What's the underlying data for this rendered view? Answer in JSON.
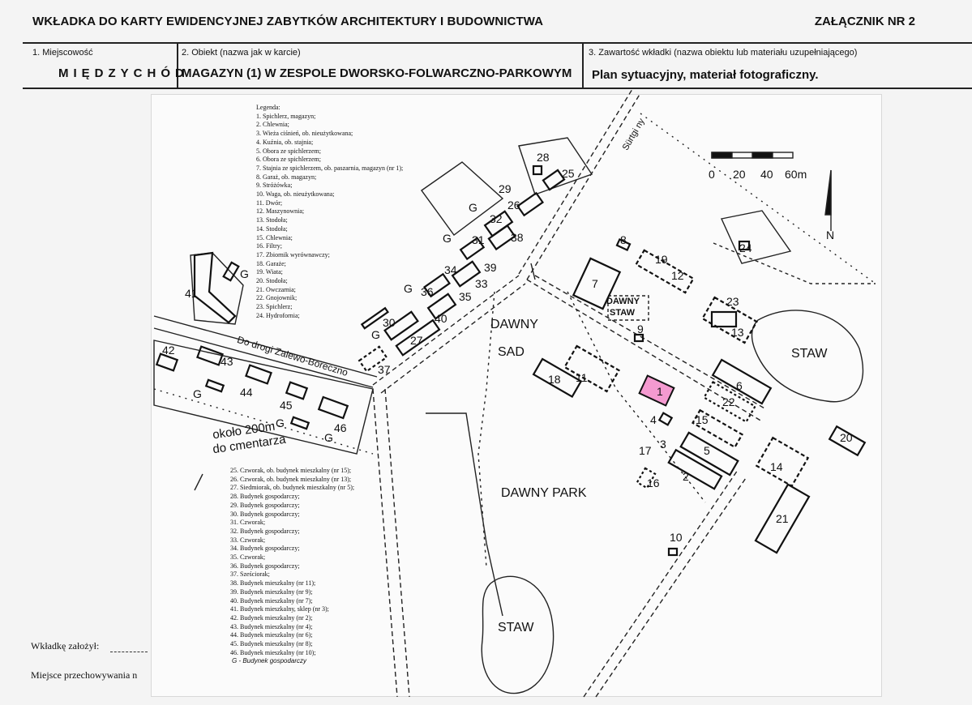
{
  "header": {
    "title": "WKŁADKA DO KARTY EWIDENCYJNEJ ZABYTKÓW ARCHITEKTURY I BUDOWNICTWA",
    "annex": "ZAŁĄCZNIK NR 2"
  },
  "fields": {
    "town_label": "1. Miejscowość",
    "town_value": "MIĘDZYCHÓD",
    "object_label": "2. Obiekt (nazwa jak w karcie)",
    "object_value": "MAGAZYN (1) W ZESPOLE DWORSKO-FOLWARCZNO-PARKOWYM",
    "content_label": "3. Zawartość wkładki (nazwa obiektu lub materiału uzupełniającego)",
    "content_value": "Plan sytuacyjny, materiał fotograficzny."
  },
  "legend_title": "Legenda:",
  "legend_a": [
    "1.   Spichlerz, magazyn;",
    "2.   Chlewnia;",
    "3.   Wieża ciśnień, ob. nieużytkowana;",
    "4.   Kuźnia, ob. stajnia;",
    "5.   Obora ze spichlerzem;",
    "6.   Obora ze spichlerzem;",
    "7.   Stajnia ze spichlerzem, ob. paszarnia, magazyn (nr 1);",
    "8.   Garaż, ob. magazyn;",
    "9.   Stróżówka;",
    "10. Waga, ob. nieużytkowana;",
    "11. Dwór;",
    "12. Maszynownia;",
    "13. Stodoła;",
    "14. Stodoła;",
    "15. Chlewnia;",
    "16. Filtry;",
    "17. Zbiornik wyrównawczy;",
    "18. Garaże;",
    "19. Wiata;",
    "20. Stodoła;",
    "21. Owczarnia;",
    "22. Gnojownik;",
    "23. Spichlerz;",
    "24. Hydrofornia;"
  ],
  "legend_b": [
    "25. Czworak, ob. budynek mieszkalny (nr 15);",
    "26. Czworak, ob. budynek mieszkalny (nr 13);",
    "27. Siedmiorak, ob. budynek mieszkalny (nr 5);",
    "28. Budynek gospodarczy;",
    "29. Budynek gospodarczy;",
    "30. Budynek gospodarczy;",
    "31. Czworak;",
    "32. Budynek gospodarczy;",
    "33. Czworak;",
    "34. Budynek gospodarczy;",
    "35. Czworak;",
    "36. Budynek gospodarczy;",
    "37. Sześciorak;",
    "38. Budynek mieszkalny (nr 11);",
    "39. Budynek mieszkalny (nr 9);",
    "40. Budynek mieszkalny (nr 7);",
    "41. Budynek mieszkalny, sklep (nr 3);",
    "42. Budynek mieszkalny (nr 2);",
    "43. Budynek mieszkalny (nr 4);",
    "44. Budynek mieszkalny (nr 6);",
    "45. Budynek mieszkalny (nr 8);",
    "46. Budynek mieszkalny (nr 10);"
  ],
  "legend_note": "G - Budynek gospodarczy",
  "map_labels": {
    "dawny_sad_1": "DAWNY",
    "dawny_sad_2": "SAD",
    "dawny_park": "DAWNY PARK",
    "dawny_staw_1": "DAWNY",
    "dawny_staw_2": "STAW",
    "staw_east": "STAW",
    "staw_south": "STAW",
    "road": "Do drogi Zalewo-Boreczno",
    "cemetery_1": "około 200m",
    "cemetery_2": "do cmentarza",
    "street": "Sürtgi ny",
    "north": "N",
    "scale_ticks": [
      "0",
      "20",
      "40",
      "60m"
    ]
  },
  "footer": {
    "created_by": "Wkładkę założył:",
    "stored_at": "Miejsce przechowywania n"
  },
  "colors": {
    "highlight": "#f49ad0",
    "ink": "#111111"
  }
}
